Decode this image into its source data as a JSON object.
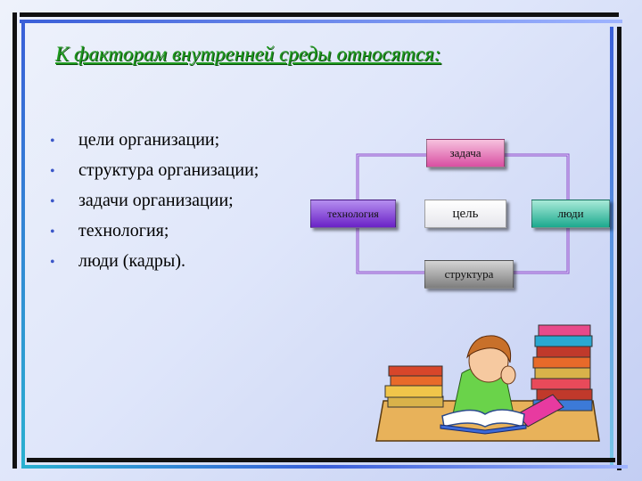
{
  "title": "К факторам  внутренней среды относятся:",
  "factors": [
    "цели  организации;",
    "структура  организации;",
    "задачи  организации;",
    "технология;",
    "люди (кадры)."
  ],
  "bullet": "•",
  "diagram": {
    "task": "задача",
    "goal": "цель",
    "technology": "технология",
    "people": "люди",
    "structure": "структура"
  },
  "colors": {
    "title": "#1f9a1f",
    "bullet": "#3b57c8",
    "connector": "#8a4fc8",
    "task": "#d94fa2",
    "technology": "#6a22c6",
    "people": "#1ca98e",
    "structure": "#7e7e7e"
  },
  "illustration": "student-reading-books-clipart"
}
